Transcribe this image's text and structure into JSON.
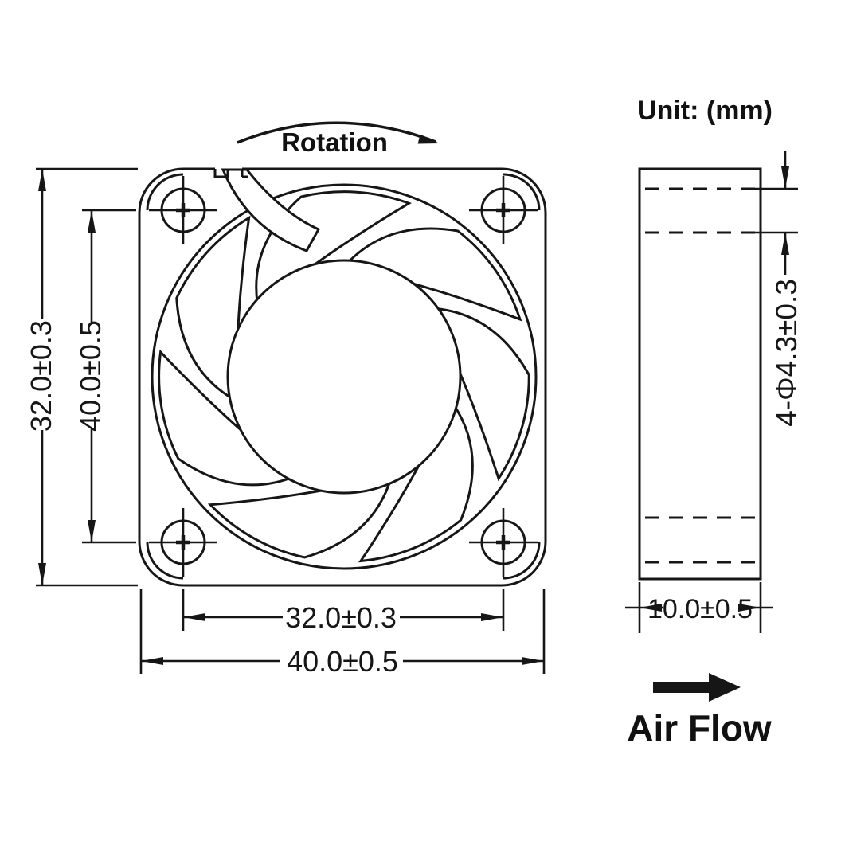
{
  "labels": {
    "unit": "Unit: (mm)",
    "rotation": "Rotation",
    "air_flow": "Air Flow"
  },
  "front_view": {
    "description": "axial fan front view",
    "blade_count": 7,
    "mounting_hole_count": 4,
    "dim_left_outer": "32.0±0.3",
    "dim_left_inner": "40.0±0.5",
    "dim_bottom_inner": "32.0±0.3",
    "dim_bottom_outer": "40.0±0.5"
  },
  "side_view": {
    "description": "fan side profile view",
    "dim_mounting_holes": "4-Φ4.3±0.3",
    "dim_depth": "10.0±0.5"
  },
  "colors": {
    "line": "#161616",
    "background": "#ffffff"
  }
}
